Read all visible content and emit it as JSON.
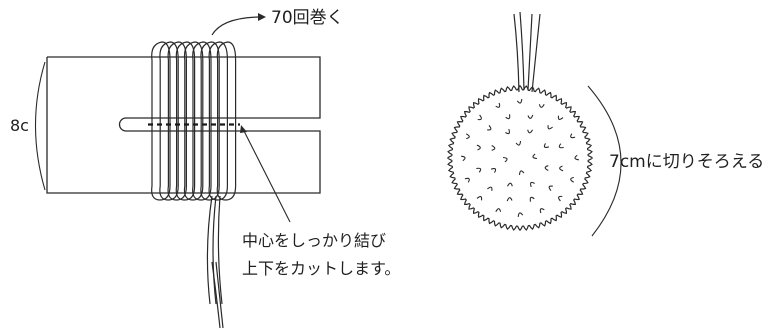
{
  "left_figure": {
    "wrap_count_label": "70回巻く",
    "width_label": "8c",
    "tie_note_line1": "中心をしっかり結び",
    "tie_note_line2": "上下をカットします。"
  },
  "right_figure": {
    "trim_label": "7cmに切りそろえる"
  }
}
